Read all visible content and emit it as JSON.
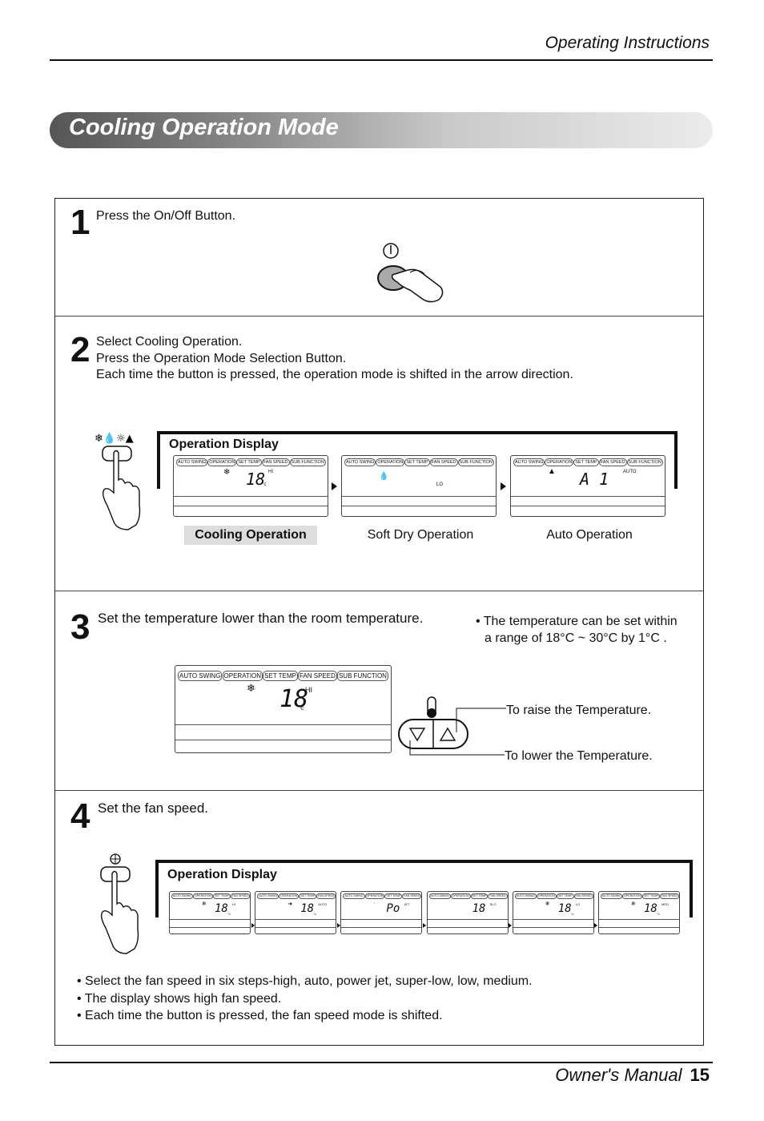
{
  "header": {
    "title": "Operating Instructions"
  },
  "banner": {
    "title": "Cooling Operation Mode"
  },
  "steps": [
    {
      "num": "1",
      "lines": [
        "Press the On/Off Button."
      ]
    },
    {
      "num": "2",
      "lines": [
        "Select Cooling Operation.",
        "Press the Operation Mode Selection Button.",
        "Each time the button is pressed, the operation mode is shifted in the arrow direction."
      ]
    },
    {
      "num": "3",
      "lines": [
        "Set the temperature lower than the room temperature."
      ],
      "note": [
        "• The temperature can be set within",
        "a range of 18°C ~ 30°C by 1°C ."
      ]
    },
    {
      "num": "4",
      "lines": [
        "Set the fan speed."
      ]
    }
  ],
  "display_label": "Operation Display",
  "lcd_tags": [
    "AUTO SWING",
    "OPERATION",
    "SET TEMP",
    "FAN SPEED",
    "SUB FUNCTION"
  ],
  "lcd_tags_short": [
    "AUTO SWING",
    "OPERATION",
    "SET TEMP",
    "FAN SPEED"
  ],
  "mode_captions": [
    "Cooling Operation",
    "Soft Dry Operation",
    "Auto Operation"
  ],
  "mode_displays": [
    {
      "digits": "18",
      "unit": "°c",
      "fan": "HI"
    },
    {
      "digits": "",
      "unit": "",
      "fan": "LO"
    },
    {
      "digits": "A 1",
      "unit": "",
      "fan": "AUTO"
    }
  ],
  "step3_display": {
    "digits": "18",
    "unit": "°c",
    "fan": "HI"
  },
  "temp_labels": {
    "raise": "To raise the Temperature.",
    "lower": "To lower the Temperature."
  },
  "fan_displays": [
    {
      "digits": "18",
      "unit": "°c",
      "fan": "HI"
    },
    {
      "digits": "18",
      "unit": "°c",
      "fan": "AUTO"
    },
    {
      "digits": "Po",
      "unit": "",
      "fan": "JET"
    },
    {
      "digits": "18",
      "unit": "",
      "fan": "SLO"
    },
    {
      "digits": "18",
      "unit": "°c",
      "fan": "LO"
    },
    {
      "digits": "18",
      "unit": "°c",
      "fan": "MED"
    }
  ],
  "bullets": [
    "• Select the fan speed in six steps-high, auto, power jet, super-low, low, medium.",
    "• The display shows high fan speed.",
    "• Each time the button is pressed, the fan speed mode is shifted."
  ],
  "footer": {
    "title": "Owner's Manual",
    "page": "15"
  }
}
